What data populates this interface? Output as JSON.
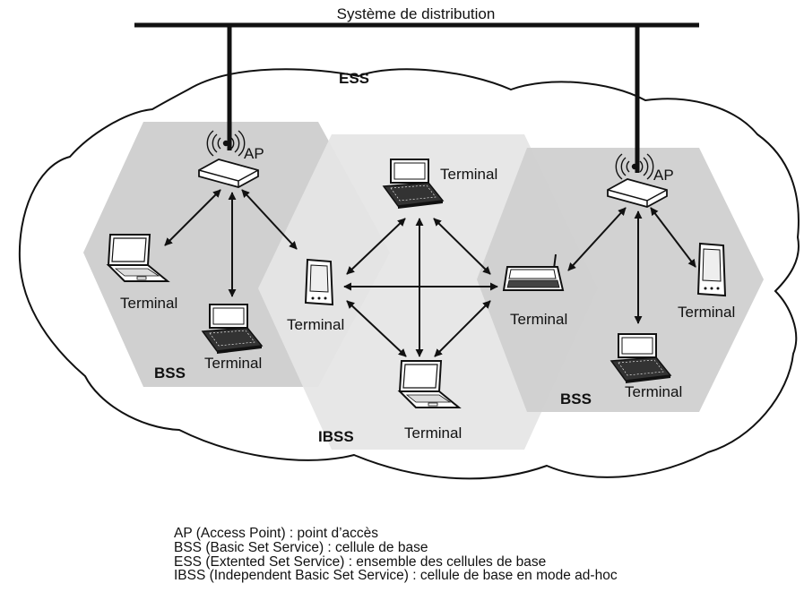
{
  "title": "Système de distribution",
  "labels": {
    "ess": "ESS",
    "bss": "BSS",
    "ibss": "IBSS",
    "ap": "AP",
    "terminal": "Terminal"
  },
  "colors": {
    "hex_dark": "#d0d0d0",
    "hex_light": "#e5e5e5",
    "line": "#111111"
  },
  "legend": [
    "AP (Access Point) : point d’accès",
    "BSS (Basic Set Service) : cellule de base",
    "ESS (Extented Set Service) : ensemble des cellules de base",
    "IBSS (Independent Basic Set Service) : cellule de base en mode ad-hoc"
  ]
}
